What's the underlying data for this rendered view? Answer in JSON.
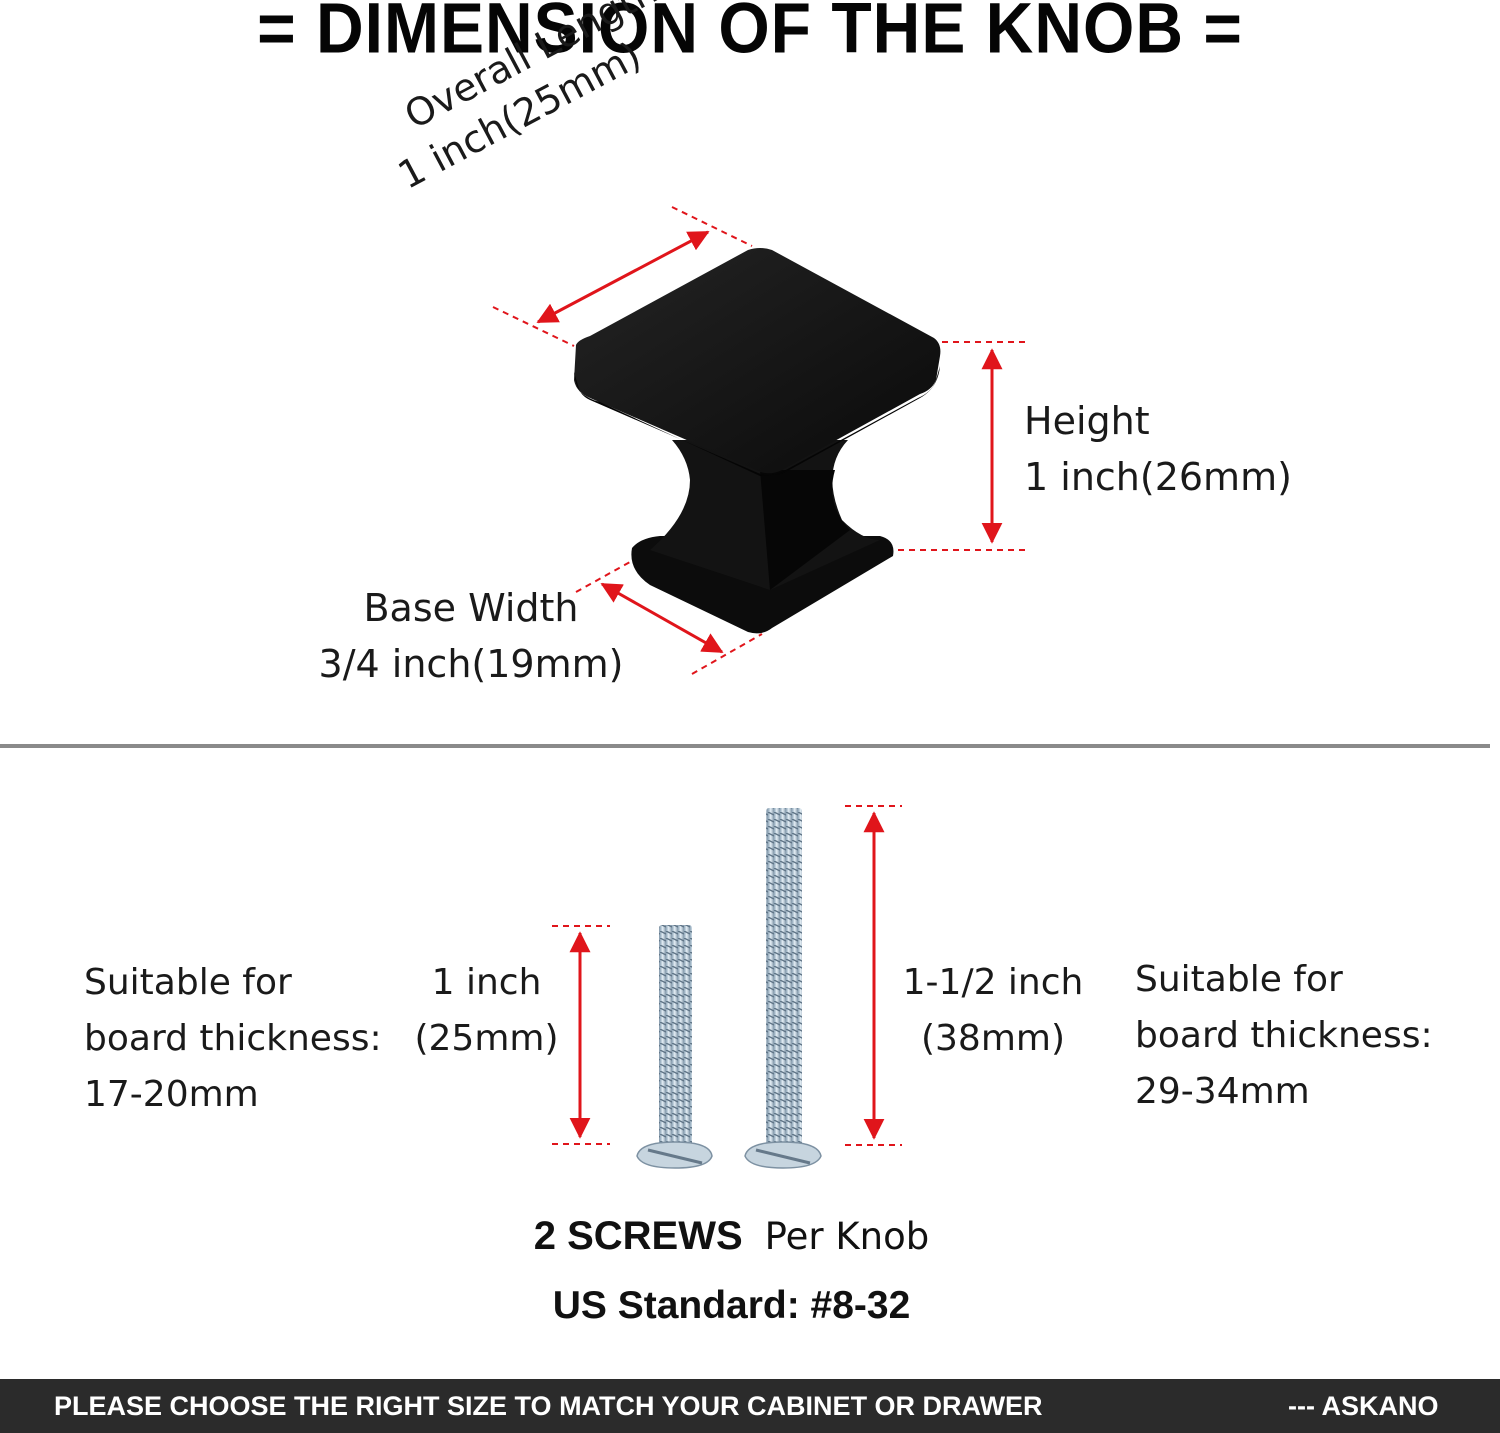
{
  "title": "= DIMENSION OF THE KNOB =",
  "dimensions": {
    "overall_length": {
      "name": "Overall Length",
      "value": "1 inch(25mm)"
    },
    "height": {
      "name": "Height",
      "value": "1 inch(26mm)"
    },
    "base_width": {
      "name": "Base Width",
      "value": "3/4 inch(19mm)"
    }
  },
  "screws": {
    "short": {
      "length_inch": "1 inch",
      "length_mm": "(25mm)",
      "suitable_line1": "Suitable for",
      "suitable_line2": "board thickness:",
      "suitable_line3": "17-20mm"
    },
    "long": {
      "length_inch": "1-1/2 inch",
      "length_mm": "(38mm)",
      "suitable_line1": "Suitable for",
      "suitable_line2": "board thickness:",
      "suitable_line3": "29-34mm"
    },
    "count_bold": "2 SCREWS",
    "count_rest": "Per Knob",
    "standard": "US Standard:  #8-32"
  },
  "footer": {
    "message": "PLEASE CHOOSE THE RIGHT SIZE TO MATCH YOUR CABINET OR DRAWER",
    "brand": "--- ASKANO"
  },
  "colors": {
    "arrow": "#e0151b",
    "knob": "#0f0f0f",
    "screw": "#b9c9d6",
    "footer_bg": "#2b2b2b"
  }
}
